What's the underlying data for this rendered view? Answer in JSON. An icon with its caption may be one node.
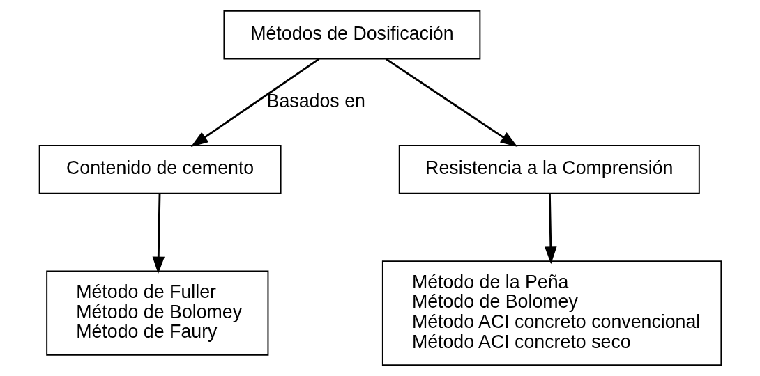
{
  "diagram": {
    "nodes": [
      {
        "text": [
          "Métodos de Dosificación"
        ]
      },
      {
        "text": [
          "Contenido de cemento"
        ]
      },
      {
        "text": [
          "Resistencia a la Comprensión"
        ]
      },
      {
        "text": [
          "Método de Fuller",
          "Método de Bolomey",
          "Método de Faury"
        ]
      },
      {
        "text": [
          "Método de la Peña",
          "Método de Bolomey",
          "Método ACI concreto convencional",
          "Método ACI concreto seco"
        ]
      }
    ],
    "edges": [
      {
        "from": 0,
        "to": 1,
        "arrow": "to",
        "label": "Basados en"
      },
      {
        "from": 0,
        "to": 2,
        "arrow": "to"
      },
      {
        "from": 1,
        "to": 3,
        "arrow": "to"
      },
      {
        "from": 2,
        "to": 4,
        "arrow": "to"
      }
    ]
  }
}
